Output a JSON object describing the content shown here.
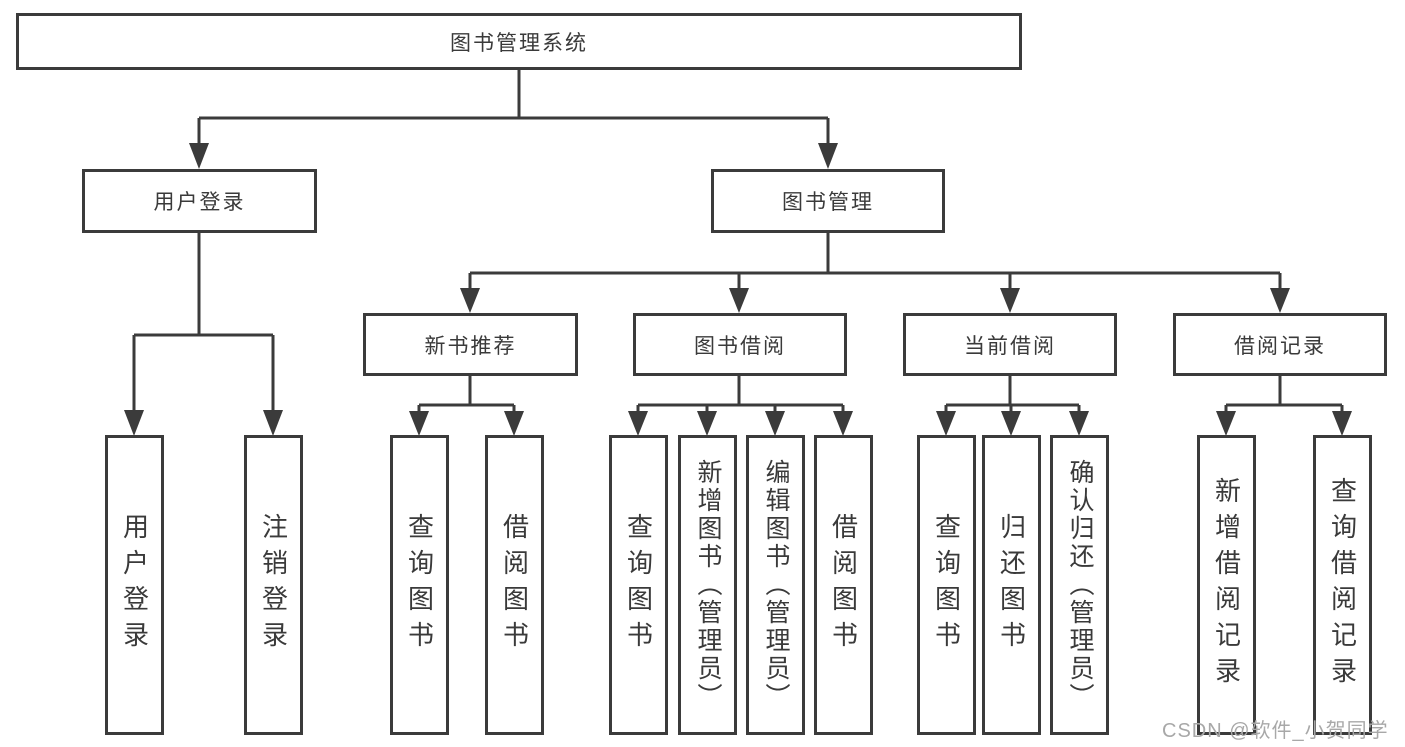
{
  "diagram": {
    "root": {
      "label": "图书管理系统"
    },
    "level2": [
      {
        "label": "用户登录"
      },
      {
        "label": "图书管理"
      }
    ],
    "level3": [
      {
        "label": "新书推荐"
      },
      {
        "label": "图书借阅"
      },
      {
        "label": "当前借阅"
      },
      {
        "label": "借阅记录"
      }
    ],
    "leaves": {
      "user_login": [
        "用户登录",
        "注销登录"
      ],
      "new_book": [
        "查询图书",
        "借阅图书"
      ],
      "book_borrow": [
        "查询图书",
        "新增图书（管理员）",
        "编辑图书（管理员）",
        "借阅图书"
      ],
      "current_borrow": [
        "查询图书",
        "归还图书",
        "确认归还（管理员）"
      ],
      "borrow_record": [
        "新增借阅记录",
        "查询借阅记录"
      ]
    },
    "watermark": "CSDN @软件_小贺同学",
    "colors": {
      "line": "#3b3b3b",
      "text": "#3a3a3a",
      "watermark": "#a8a8a8",
      "background": "#ffffff"
    }
  }
}
